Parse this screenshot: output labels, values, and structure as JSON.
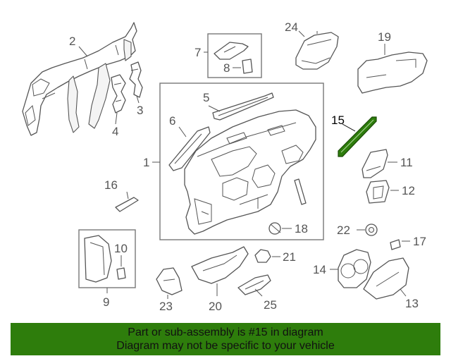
{
  "diagram": {
    "highlight_color": "#2e7d0c",
    "callouts": [
      {
        "id": "2",
        "label": "2"
      },
      {
        "id": "3",
        "label": "3"
      },
      {
        "id": "4",
        "label": "4"
      },
      {
        "id": "5",
        "label": "5"
      },
      {
        "id": "6",
        "label": "6"
      },
      {
        "id": "1",
        "label": "1"
      },
      {
        "id": "7",
        "label": "7"
      },
      {
        "id": "8",
        "label": "8"
      },
      {
        "id": "24",
        "label": "24"
      },
      {
        "id": "19",
        "label": "19"
      },
      {
        "id": "15",
        "label": "15"
      },
      {
        "id": "11",
        "label": "11"
      },
      {
        "id": "12",
        "label": "12"
      },
      {
        "id": "16",
        "label": "16"
      },
      {
        "id": "18",
        "label": "18"
      },
      {
        "id": "22",
        "label": "22"
      },
      {
        "id": "17",
        "label": "17"
      },
      {
        "id": "10",
        "label": "10"
      },
      {
        "id": "9",
        "label": "9"
      },
      {
        "id": "21",
        "label": "21"
      },
      {
        "id": "14",
        "label": "14"
      },
      {
        "id": "13",
        "label": "13"
      },
      {
        "id": "23",
        "label": "23"
      },
      {
        "id": "20",
        "label": "20"
      },
      {
        "id": "25",
        "label": "25"
      }
    ]
  },
  "banner": {
    "line1": "Part or sub-assembly is #15 in diagram",
    "line2": "Diagram may not be specific to your vehicle",
    "background": "#2e7d0c"
  }
}
